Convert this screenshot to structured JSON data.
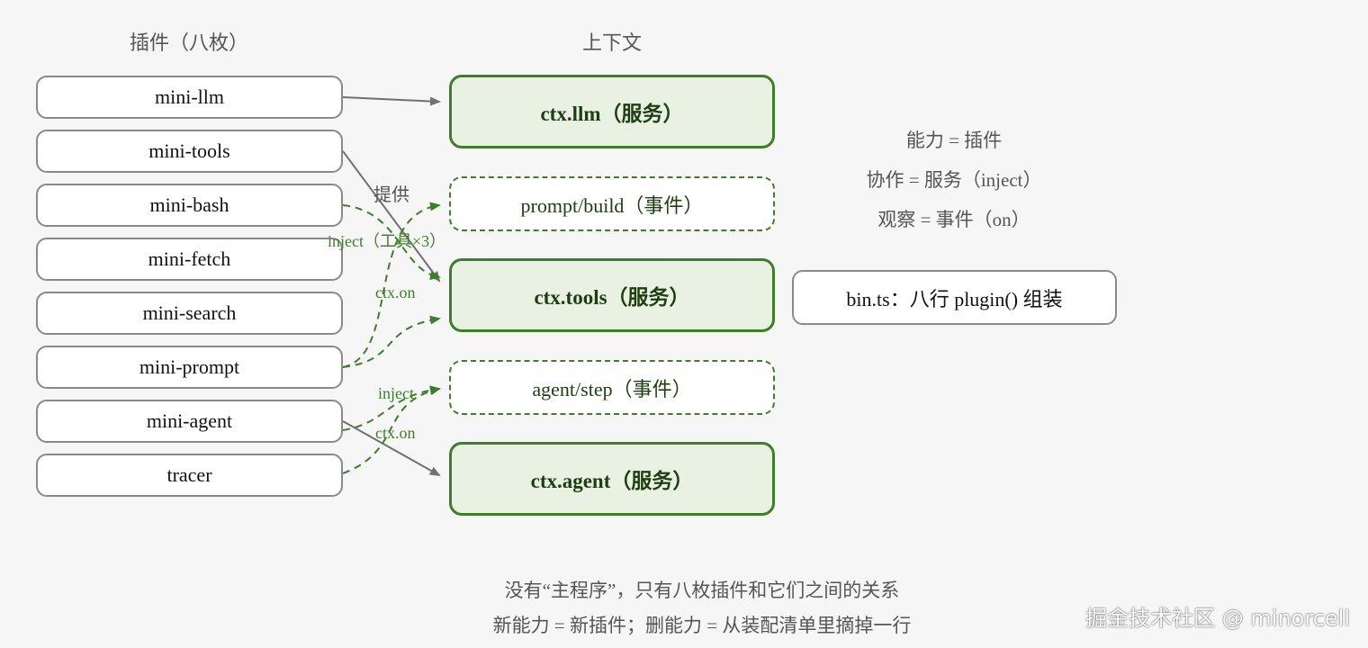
{
  "titles": {
    "plugins": "插件（八枚）",
    "context": "上下文"
  },
  "plugins": [
    {
      "name": "mini-llm"
    },
    {
      "name": "mini-tools"
    },
    {
      "name": "mini-bash"
    },
    {
      "name": "mini-fetch"
    },
    {
      "name": "mini-search"
    },
    {
      "name": "mini-prompt"
    },
    {
      "name": "mini-agent"
    },
    {
      "name": "tracer"
    }
  ],
  "context": {
    "llm_service": "ctx.llm（服务）",
    "prompt_build_event": "prompt/build（事件）",
    "tools_service": "ctx.tools（服务）",
    "agent_step_event": "agent/step（事件）",
    "agent_service": "ctx.agent（服务）"
  },
  "edge_labels": {
    "provide": "提供",
    "inject_tools_x3": "inject（工具×3）",
    "ctx_on_1": "ctx.on",
    "inject": "inject",
    "ctx_on_2": "ctx.on"
  },
  "legend": {
    "line1": "能力 = 插件",
    "line2": "协作 = 服务（inject）",
    "line3": "观察 = 事件（on）"
  },
  "bin_box": "bin.ts：八行 plugin() 组装",
  "footer": {
    "line1": "没有“主程序”，只有八枚插件和它们之间的关系",
    "line2": "新能力 = 新插件；删能力 = 从装配清单里摘掉一行"
  },
  "watermark": "掘金技术社区 @ minorcell",
  "colors": {
    "service_border": "#3f7d2b",
    "service_fill": "#e9f1e3",
    "provide_edge": "#707070",
    "dashed_edge": "#3f7d2b"
  }
}
